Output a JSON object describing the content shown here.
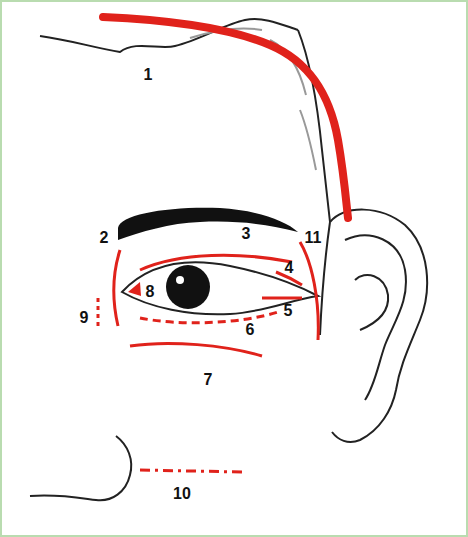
{
  "diagram": {
    "labels": [
      "1",
      "2",
      "3",
      "11",
      "4",
      "8",
      "5",
      "9",
      "6",
      "7",
      "10"
    ]
  }
}
